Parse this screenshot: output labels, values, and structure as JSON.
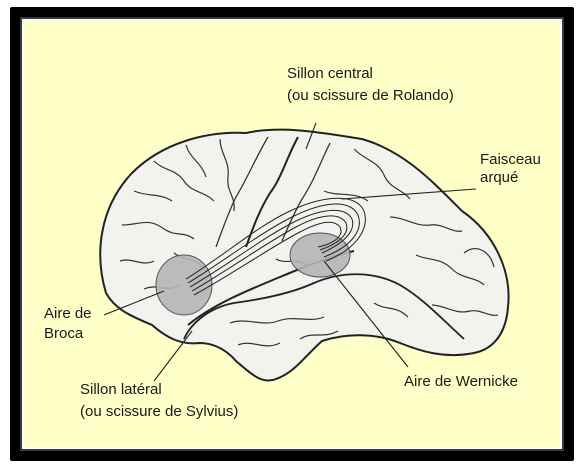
{
  "colors": {
    "background": "#ffffc8",
    "brain_fill": "#f2f2ef",
    "outline": "#222222",
    "area_fill": "#b5b5b5",
    "frame": "#000000"
  },
  "labels": {
    "sillon_central": {
      "line1": "Sillon central",
      "line2": "(ou scissure de Rolando)"
    },
    "faisceau": {
      "line1": "Faisceau",
      "line2": "arqué"
    },
    "broca": {
      "line1": "Aire de",
      "line2": "Broca"
    },
    "sillon_lateral": {
      "line1": "Sillon latéral",
      "line2": "(ou scissure de Sylvius)"
    },
    "wernicke": {
      "line1": "Aire de Wernicke"
    }
  }
}
